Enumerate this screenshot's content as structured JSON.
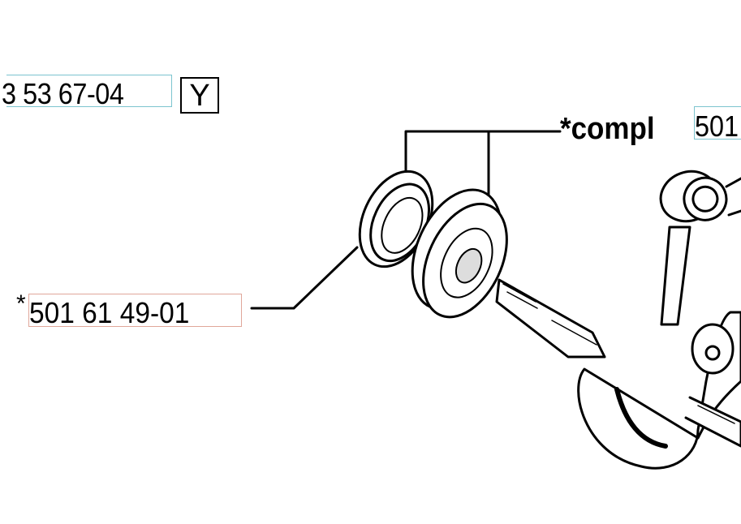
{
  "labels": {
    "part_top": "3 53 67-04",
    "part_top_marker": "Y",
    "compl_prefix": "*compl",
    "compl_part": "501",
    "seal_star": "*",
    "seal_part": "501 61 49-01"
  },
  "colors": {
    "link_box_blue": "#7cc4cf",
    "link_box_red": "#e0a79a"
  }
}
